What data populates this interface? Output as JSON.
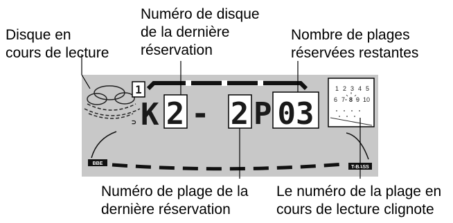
{
  "labels": {
    "disc_playing": [
      "Disque en",
      "cours de lecture"
    ],
    "last_reserved_disc": [
      "Numéro de disque",
      "de la dernière",
      "réservation"
    ],
    "remaining_tracks": [
      "Nombre de plages",
      "réservées restantes"
    ],
    "last_reserved_track": [
      "Numéro de plage de la",
      "dernière réservation"
    ],
    "current_track_blinks": [
      "Le numéro de la plage en",
      "cours de lecture clignote"
    ]
  },
  "display": {
    "disc_indicator": "1",
    "left_char": "K",
    "disc_number": "2",
    "dash": "-",
    "track_number": "2",
    "p_char": "P",
    "remaining_count": "03",
    "bbe_label": "BBE",
    "tbass_label": "T-BASS",
    "calendar_rows": [
      [
        "1",
        "2",
        "3",
        "4",
        "5"
      ],
      [
        "6",
        "7",
        "8",
        "9",
        "10"
      ]
    ]
  },
  "colors": {
    "panel": "#c8c8c8",
    "segments": "#1a1a1a"
  }
}
